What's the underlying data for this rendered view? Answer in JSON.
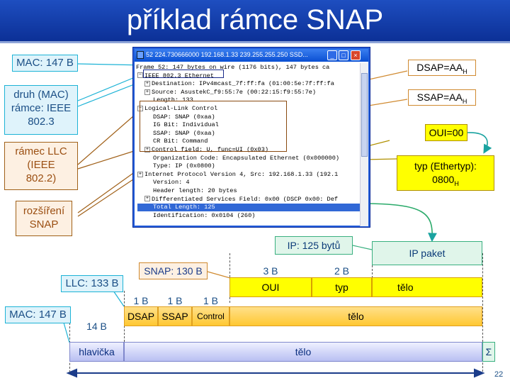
{
  "slide": {
    "title": "příklad rámce SNAP",
    "page_number": "22"
  },
  "window": {
    "title": "52 224.730666000 192.168.1.33 239.255.255.250 SSD...",
    "min_label": "_",
    "max_label": "□",
    "close_label": "×",
    "rows": [
      {
        "toggle": "",
        "text": "Frame 52: 147 bytes on wire (1176 bits), 147 bytes ca"
      },
      {
        "toggle": "−",
        "text": "IEEE 802.3 Ethernet"
      },
      {
        "toggle": "+",
        "text": "Destination: IPv4mcast_7f:ff:fa (01:00:5e:7f:ff:fa"
      },
      {
        "toggle": "+",
        "text": "Source: AsustekC_f9:55:7e (00:22:15:f9:55:7e)"
      },
      {
        "toggle": "",
        "text": "Length: 133"
      },
      {
        "toggle": "−",
        "text": "Logical-Link Control"
      },
      {
        "toggle": "",
        "text": "DSAP: SNAP (0xaa)"
      },
      {
        "toggle": "",
        "text": "IG Bit: Individual"
      },
      {
        "toggle": "",
        "text": "SSAP: SNAP (0xaa)"
      },
      {
        "toggle": "",
        "text": "CR Bit: Command"
      },
      {
        "toggle": "+",
        "text": "Control field: U, func=UI (0x03)"
      },
      {
        "toggle": "",
        "text": "Organization Code: Encapsulated Ethernet (0x000000)"
      },
      {
        "toggle": "",
        "text": "Type: IP (0x0800)"
      },
      {
        "toggle": "+",
        "text": "Internet Protocol Version 4, Src: 192.168.1.33 (192.1"
      },
      {
        "toggle": "",
        "text": "Version: 4"
      },
      {
        "toggle": "",
        "text": "Header length: 20 bytes"
      },
      {
        "toggle": "+",
        "text": "Differentiated Services Field: 0x00 (DSCP 0x00: Def"
      },
      {
        "toggle": "",
        "text": "Total Length: 125"
      },
      {
        "toggle": "",
        "text": "Identification: 0x0104 (260)"
      }
    ]
  },
  "callouts": {
    "mac": "MAC: 147 B",
    "druh_1": "druh (MAC)",
    "druh_2": "rámce: IEEE",
    "druh_3": "802.3",
    "llc_1": "rámec  LLC",
    "llc_2": "(IEEE",
    "llc_3": "802.2)",
    "snap_1": "rozšíření",
    "snap_2": "SNAP",
    "dsap_main": "DSAP=AA",
    "dsap_sub": "H",
    "ssap_main": "SSAP=AA",
    "ssap_sub": "H",
    "oui": "OUI=00",
    "typ_1": "typ (Ethertyp):",
    "typ_2": "0800",
    "typ_sub": "H",
    "ip_bytes": "IP: 125 bytů",
    "ip_packet": "IP paket"
  },
  "frame": {
    "snap_label": "SNAP: 130 B",
    "llc_label": "LLC: 133 B",
    "mac_label": "MAC: 147 B",
    "size_3b": "3 B",
    "size_2b": "2 B",
    "size_1b_a": "1 B",
    "size_1b_b": "1 B",
    "size_1b_c": "1 B",
    "size_14b": "14 B",
    "oui": "OUI",
    "typ": "typ",
    "telo_snap": "tělo",
    "dsap": "DSAP",
    "ssap": "SSAP",
    "control": "Control",
    "telo_llc": "tělo",
    "hlavicka": "hlavička",
    "telo_mac": "tělo",
    "sigma": "Σ"
  },
  "colors": {
    "title_bg": "#0b2f95",
    "callout_cyan": "#1db3d6",
    "callout_brown": "#a06018",
    "highlight_yellow": "#ffff00",
    "frame_blue": "#b9bff2",
    "ip_green": "#e0f5ea"
  }
}
